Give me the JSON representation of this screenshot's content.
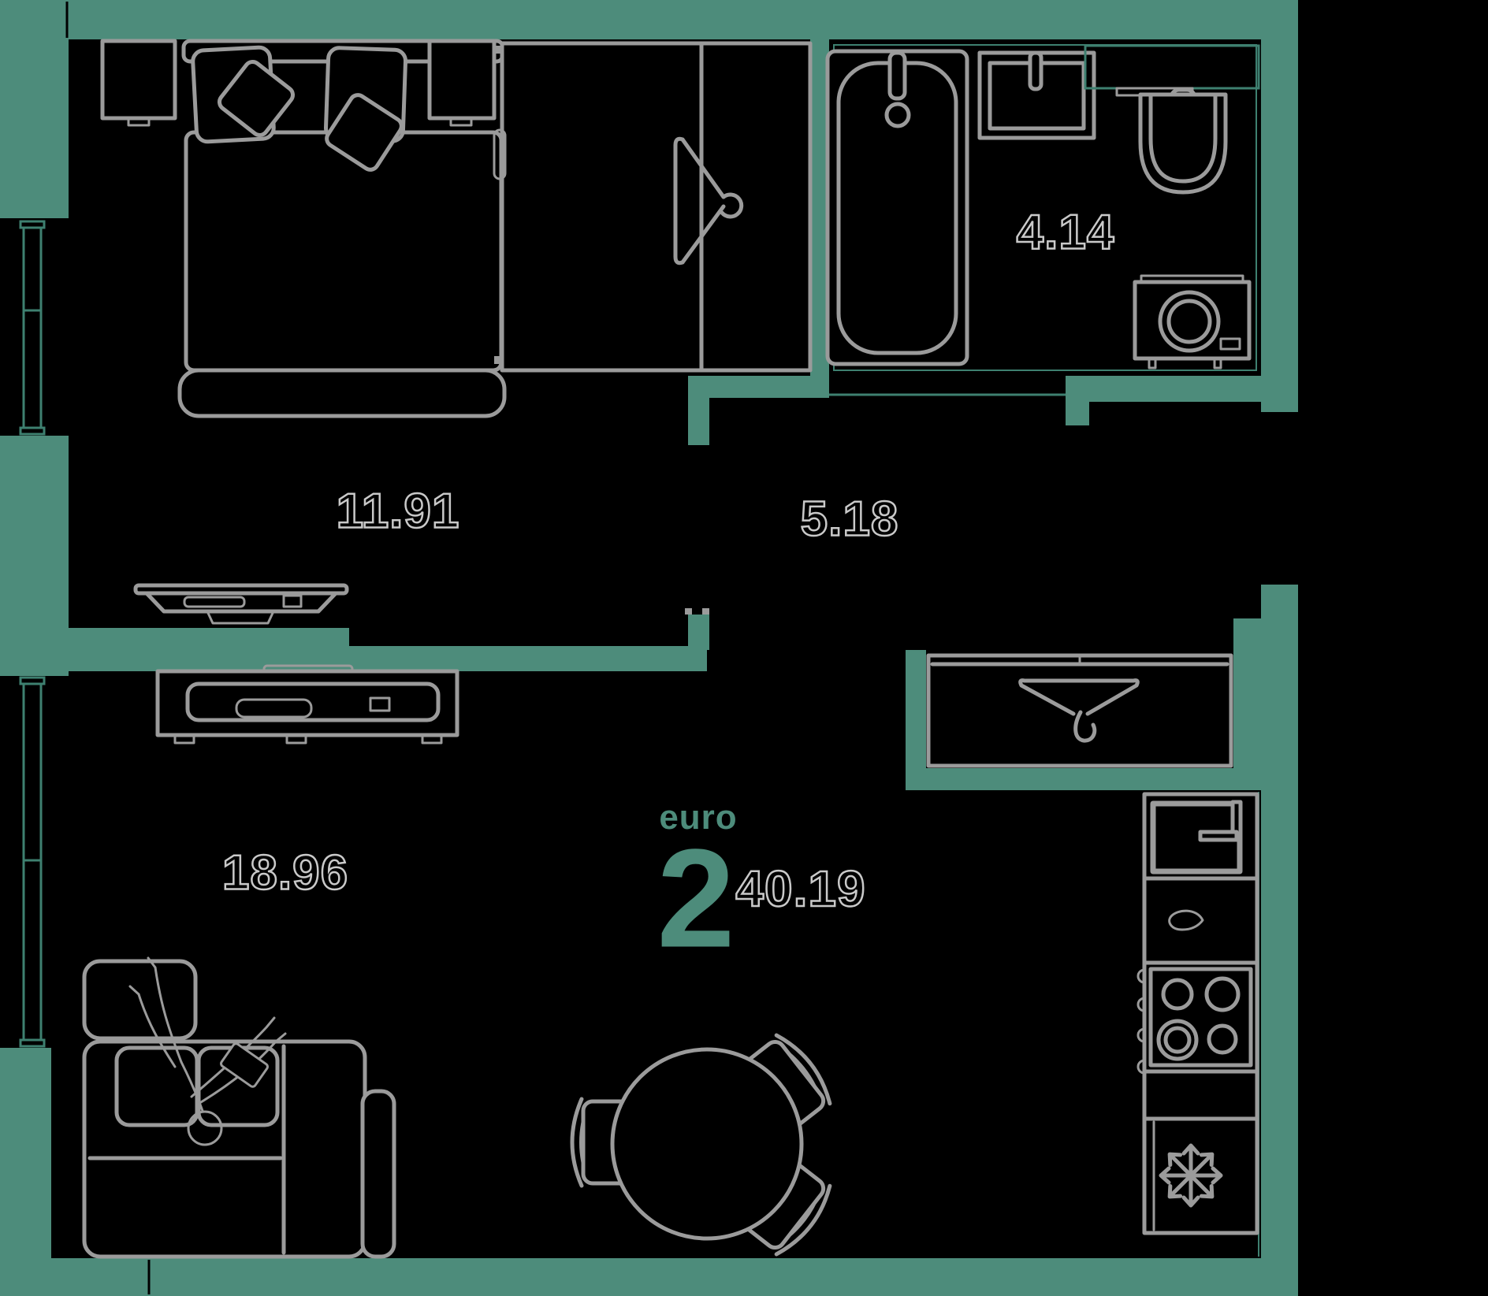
{
  "colors": {
    "bg": "#000000",
    "wall": "#4D8C7B",
    "wall_line": "#3E8070",
    "furniture_line": "#9B9B9B",
    "label_stroke": "#C9C9C9",
    "accent": "#4D8C7B"
  },
  "apartment": {
    "type_label": "euro",
    "rooms_count": "2",
    "total_area": "40.19"
  },
  "rooms": {
    "bedroom": {
      "area": "11.91"
    },
    "hallway": {
      "area": "5.18"
    },
    "bathroom": {
      "area": "4.14"
    },
    "living_kitchen": {
      "area": "18.96"
    }
  }
}
